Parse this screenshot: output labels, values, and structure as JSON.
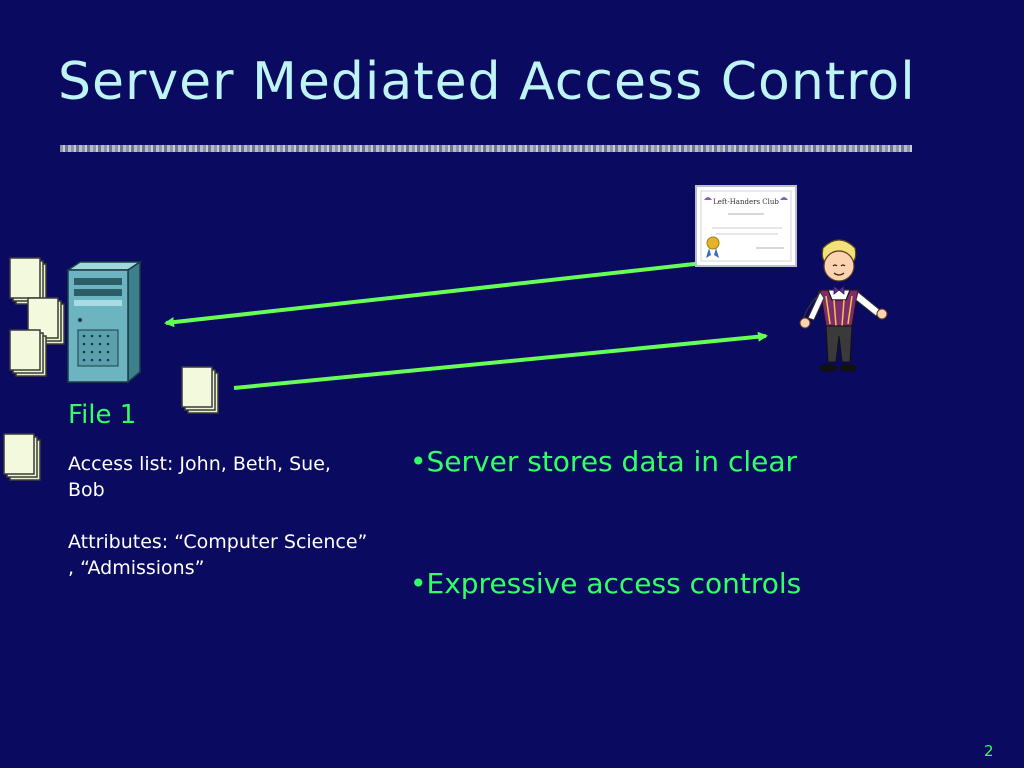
{
  "slide": {
    "title": "Server Mediated Access Control",
    "page_number": "2"
  },
  "file_info": {
    "label": "File 1",
    "access_list": "Access list: John, Beth, Sue, Bob",
    "attributes": "Attributes: “Computer Science” , “Admissions”"
  },
  "bullets": [
    "•Server stores data in clear",
    "•Expressive access controls"
  ],
  "certificate": {
    "heading": "Left-Handers Club"
  },
  "colors": {
    "background": "#0a0a60",
    "title": "#bff4f4",
    "accent_green": "#33ff66",
    "arrow": "#66ff55"
  },
  "icons": [
    "document-stack-icon",
    "server-tower-icon",
    "certificate-icon",
    "user-figure-icon"
  ]
}
